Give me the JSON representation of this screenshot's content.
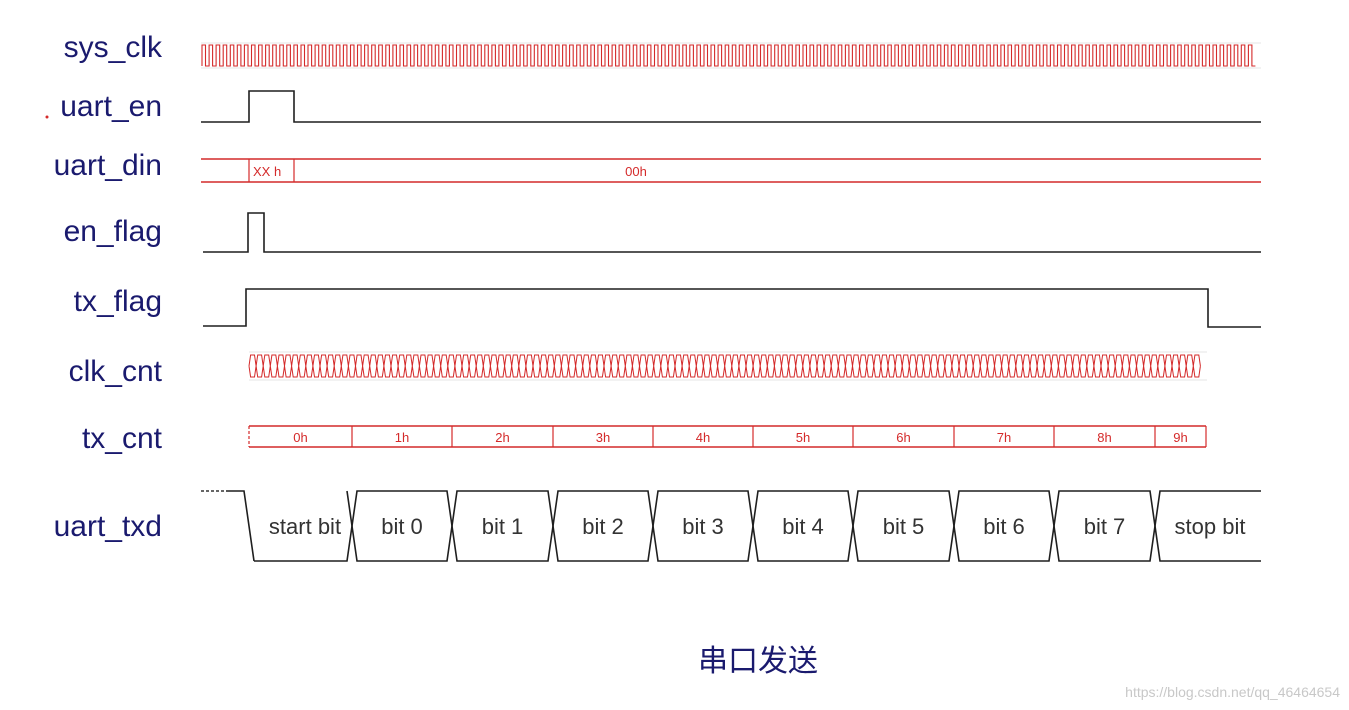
{
  "signals": {
    "sys_clk": "sys_clk",
    "uart_en": "uart_en",
    "uart_din": "uart_din",
    "en_flag": "en_flag",
    "tx_flag": "tx_flag",
    "clk_cnt": "clk_cnt",
    "tx_cnt": "tx_cnt",
    "uart_txd": "uart_txd"
  },
  "uart_din_values": [
    "XX h",
    "00h"
  ],
  "tx_cnt_values": [
    "0h",
    "1h",
    "2h",
    "3h",
    "4h",
    "5h",
    "6h",
    "7h",
    "8h",
    "9h"
  ],
  "uart_txd_values": [
    "start bit",
    "bit 0",
    "bit 1",
    "bit 2",
    "bit 3",
    "bit 4",
    "bit 5",
    "bit 6",
    "bit 7",
    "stop bit"
  ],
  "caption": "串口发送",
  "watermark": "https://blog.csdn.net/qq_46464654",
  "colors": {
    "label": "#1a1a6e",
    "bus": "#d42a2a",
    "wave": "#1f1f1f",
    "clock": "#d42a2a"
  }
}
